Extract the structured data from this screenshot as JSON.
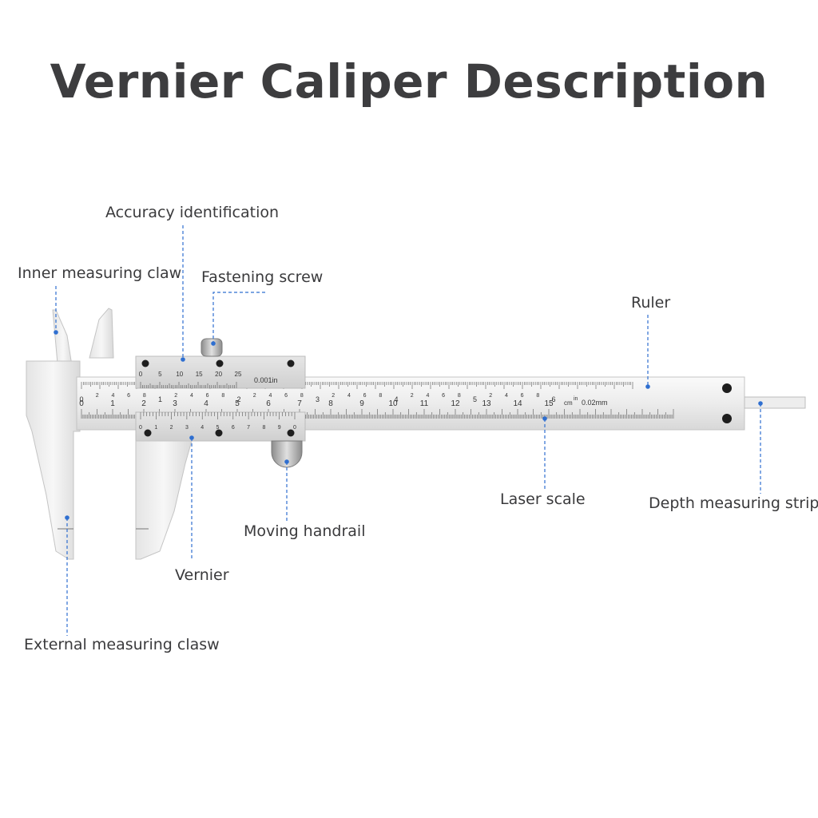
{
  "title": "Vernier Caliper Description",
  "labels": {
    "accuracy_identification": "Accuracy identification",
    "inner_measuring_claw": "Inner measuring claw",
    "fastening_screw": "Fastening screw",
    "ruler": "Ruler",
    "laser_scale": "Laser scale",
    "depth_measuring_strip": "Depth measuring strip",
    "moving_handrail": "Moving handrail",
    "vernier": "Vernier",
    "external_measuring_claw": "External measuring clasw"
  },
  "scale_text": {
    "inch_resolution": "0.001in",
    "metric_resolution": "0.02mm",
    "cm_unit": "cm",
    "in_unit": "in",
    "upper_vernier_numbers": [
      "0",
      "5",
      "10",
      "15",
      "20",
      "25"
    ],
    "inch_scale_numbers": [
      "0",
      "2",
      "4",
      "6",
      "8",
      "1",
      "2",
      "4",
      "6",
      "8",
      "2",
      "2",
      "4",
      "6",
      "8",
      "3",
      "2",
      "4",
      "6",
      "8",
      "4",
      "2",
      "4",
      "6",
      "8",
      "5",
      "2",
      "4",
      "6",
      "8",
      "6"
    ],
    "cm_scale_numbers": [
      "0",
      "1",
      "2",
      "3",
      "4",
      "5",
      "6",
      "7",
      "8",
      "9",
      "10",
      "11",
      "12",
      "13",
      "14",
      "15"
    ],
    "lower_vernier_numbers": [
      "0",
      "1",
      "2",
      "3",
      "4",
      "5",
      "6",
      "7",
      "8",
      "9",
      "0"
    ]
  },
  "colors": {
    "leader_line": "#2f6fd0",
    "text": "#3a3a3c",
    "steel_light": "#f2f2f2",
    "steel_mid": "#dadada",
    "steel_dark": "#b9b9b9",
    "screw": "#222222"
  }
}
